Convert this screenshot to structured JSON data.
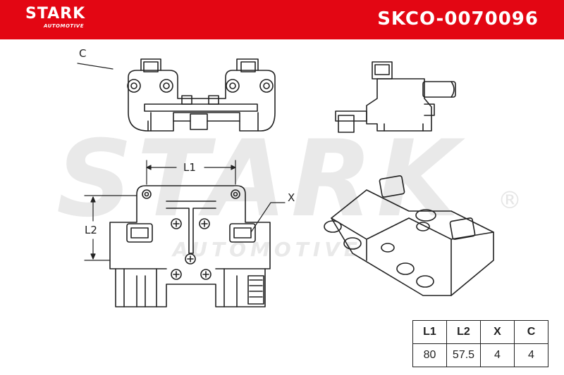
{
  "header": {
    "brand": "STARK",
    "brand_sub": "AUTOMOTIVE",
    "part_number": "SKCO-0070096",
    "color": "#e30613"
  },
  "watermark": {
    "brand": "STARK",
    "sub": "AUTOMOTIVE",
    "registered": "®"
  },
  "labels": {
    "c": "C",
    "l1": "L1",
    "l2": "L2",
    "x": "X"
  },
  "spec_table": {
    "headers": [
      "L1",
      "L2",
      "X",
      "C"
    ],
    "values": [
      "80",
      "57.5",
      "4",
      "4"
    ]
  }
}
